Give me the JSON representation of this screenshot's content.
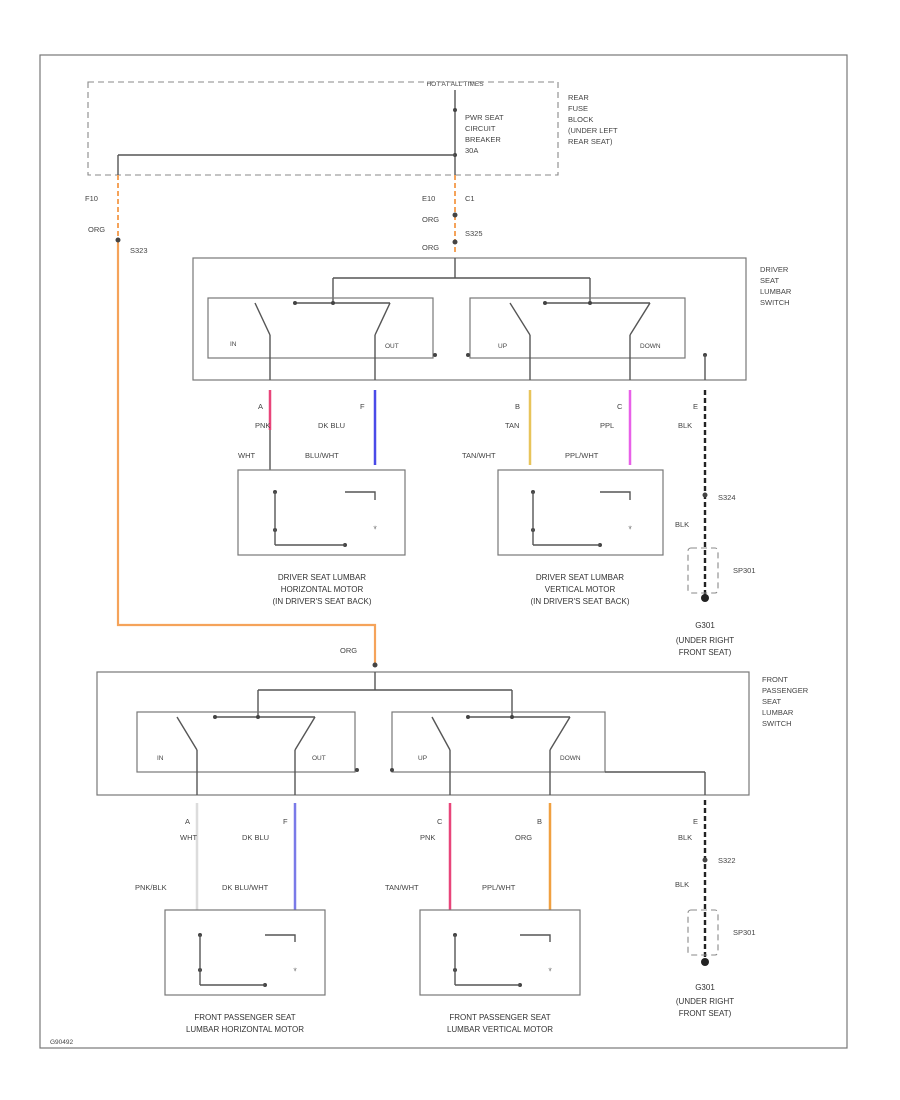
{
  "title": "HOT AT ALL TIMES",
  "fuse_block": {
    "circuit_breaker": [
      "PWR SEAT",
      "CIRCUIT",
      "BREAKER",
      "30A"
    ],
    "location": [
      "REAR",
      "FUSE",
      "BLOCK",
      "(UNDER LEFT",
      "REAR SEAT)"
    ]
  },
  "left_feed": {
    "terminal": "F10",
    "wire": "ORG",
    "splice": "S323"
  },
  "center_feed": {
    "terminal": "E10",
    "connector": "C1",
    "wire": "ORG",
    "splice": "S325",
    "wire2": "ORG"
  },
  "driver_switch": {
    "label": [
      "DRIVER",
      "SEAT",
      "LUMBAR",
      "SWITCH"
    ],
    "positions": [
      "IN",
      "OUT",
      "UP",
      "DOWN"
    ],
    "pins": [
      {
        "pin": "A",
        "wire": "PNK",
        "color": "#e8457a"
      },
      {
        "pin": "F",
        "wire": "DK BLU",
        "color": "#4a4ae8"
      },
      {
        "pin": "B",
        "wire": "TAN",
        "color": "#e8c45a"
      },
      {
        "pin": "C",
        "wire": "PPL",
        "color": "#e860e8"
      },
      {
        "pin": "E",
        "wire": "BLK",
        "color": "#222222"
      }
    ],
    "motor_wires": [
      "WHT",
      "BLU/WHT",
      "TAN/WHT",
      "PPL/WHT"
    ],
    "ground_splice": "S324",
    "ground_wire": "BLK",
    "ground_ref": "SP301",
    "ground": "G301",
    "ground_location": [
      "(UNDER RIGHT",
      "FRONT SEAT)"
    ]
  },
  "driver_motors": [
    {
      "caption": [
        "DRIVER SEAT LUMBAR",
        "HORIZONTAL MOTOR",
        "(IN DRIVER'S SEAT BACK)"
      ]
    },
    {
      "caption": [
        "DRIVER SEAT LUMBAR",
        "VERTICAL MOTOR",
        "(IN DRIVER'S SEAT BACK)"
      ]
    }
  ],
  "pass_feed": {
    "wire": "ORG"
  },
  "pass_switch": {
    "label": [
      "FRONT",
      "PASSENGER",
      "SEAT",
      "LUMBAR",
      "SWITCH"
    ],
    "positions": [
      "IN",
      "OUT",
      "UP",
      "DOWN"
    ],
    "pins": [
      {
        "pin": "A",
        "wire": "WHT",
        "color": "#d8d8d8"
      },
      {
        "pin": "F",
        "wire": "DK BLU",
        "color": "#7a7ae8"
      },
      {
        "pin": "C",
        "wire": "PNK",
        "color": "#e8457a"
      },
      {
        "pin": "B",
        "wire": "ORG",
        "color": "#f0a040"
      },
      {
        "pin": "E",
        "wire": "BLK",
        "color": "#222222"
      }
    ],
    "motor_wires": [
      "PNK/BLK",
      "DK BLU/WHT",
      "TAN/WHT",
      "PPL/WHT"
    ],
    "ground_splice": "S322",
    "ground_wire": "BLK",
    "ground_ref": "SP301",
    "ground": "G301",
    "ground_location": [
      "(UNDER RIGHT",
      "FRONT SEAT)"
    ]
  },
  "pass_motors": [
    {
      "caption": [
        "FRONT PASSENGER SEAT",
        "LUMBAR HORIZONTAL MOTOR"
      ]
    },
    {
      "caption": [
        "FRONT PASSENGER SEAT",
        "LUMBAR VERTICAL MOTOR"
      ]
    }
  ],
  "figure_id": "G90492",
  "colors": {
    "feed_orange": "#f5a35a"
  }
}
